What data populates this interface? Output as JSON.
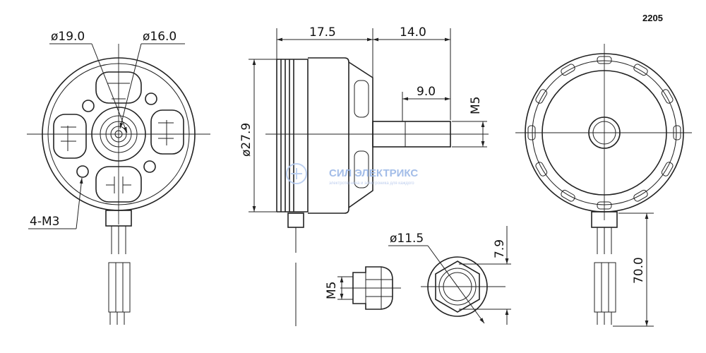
{
  "model_label": "2205",
  "front_view": {
    "outer_dia_label": "ø19.0",
    "inner_dia_label": "ø16.0",
    "mount_holes_label": "4-M3"
  },
  "side_view": {
    "body_length_label": "17.5",
    "shaft_length_label": "14.0",
    "thread_length_label": "9.0",
    "thread_label": "M5",
    "diameter_label": "ø27.9"
  },
  "nut_view": {
    "nut_dia_label": "ø11.5",
    "nut_height_label": "7.9",
    "nut_thread_label": "M5"
  },
  "back_view": {
    "lead_length_label": "70.0"
  },
  "watermark": {
    "name": "СИЛ ЭЛЕКТРИКС",
    "tagline": "электротехника и электроника для каждого"
  }
}
